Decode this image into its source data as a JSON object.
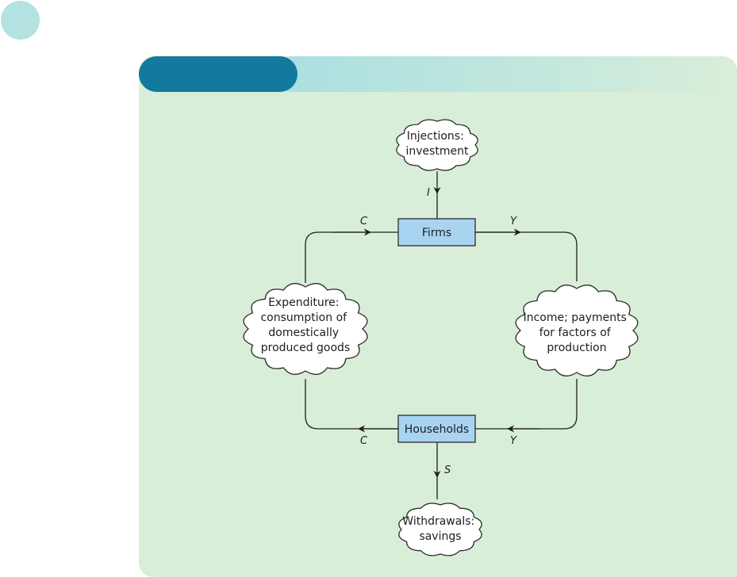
{
  "diagram": {
    "nodes": {
      "firms": "Firms",
      "households": "Households",
      "injections": [
        "Injections:",
        "investment"
      ],
      "withdrawals": [
        "Withdrawals:",
        "savings"
      ],
      "expenditure": [
        "Expenditure:",
        "consumption of",
        "domestically",
        "produced goods"
      ],
      "income": [
        "Income; payments",
        "for factors of",
        "production"
      ]
    },
    "flows": {
      "investment_label": "I",
      "consumption_top_label": "C",
      "income_top_label": "Y",
      "consumption_bottom_label": "C",
      "income_bottom_label": "Y",
      "savings_label": "S"
    }
  },
  "colors": {
    "panel_bg": "#d9eed8",
    "header_dark": "#127a9c",
    "header_light": "#aadfe0",
    "box_fill": "#a8d4f2",
    "corner_dot": "#b4e2e1"
  }
}
